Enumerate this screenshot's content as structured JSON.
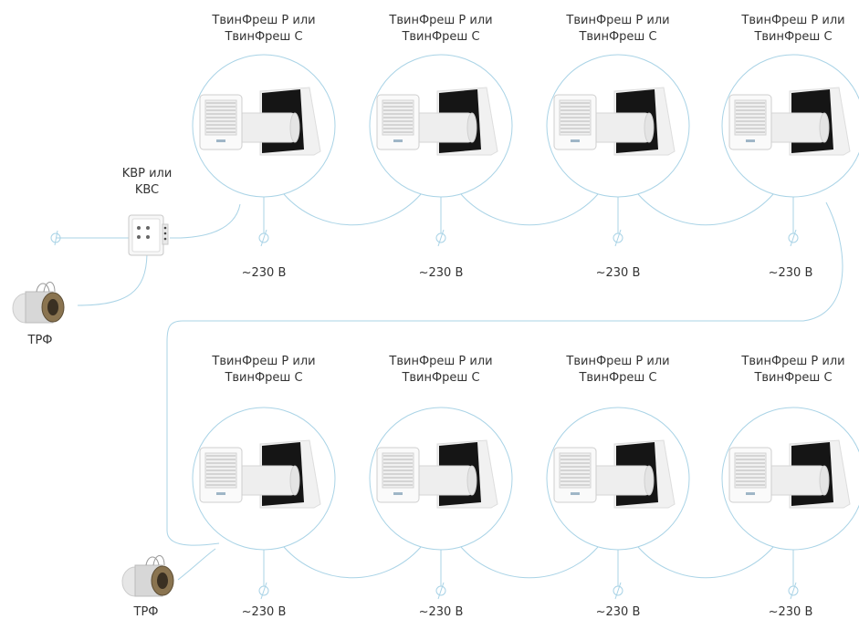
{
  "colors": {
    "wire": "#a9d3e6",
    "text": "#333333"
  },
  "units_row1": [
    {
      "title_line1": "ТвинФреш Р или",
      "title_line2": "ТвинФреш С",
      "voltage": "~230 В",
      "icon": "fan-unit-image"
    },
    {
      "title_line1": "ТвинФреш Р или",
      "title_line2": "ТвинФреш С",
      "voltage": "~230 В",
      "icon": "fan-unit-image"
    },
    {
      "title_line1": "ТвинФреш Р или",
      "title_line2": "ТвинФреш С",
      "voltage": "~230 В",
      "icon": "fan-unit-image"
    },
    {
      "title_line1": "ТвинФреш Р или",
      "title_line2": "ТвинФреш С",
      "voltage": "~230 В",
      "icon": "fan-unit-image"
    }
  ],
  "units_row2": [
    {
      "title_line1": "ТвинФреш Р или",
      "title_line2": "ТвинФреш С",
      "voltage": "~230 В",
      "icon": "fan-unit-image"
    },
    {
      "title_line1": "ТвинФреш Р или",
      "title_line2": "ТвинФреш С",
      "voltage": "~230 В",
      "icon": "fan-unit-image"
    },
    {
      "title_line1": "ТвинФреш Р или",
      "title_line2": "ТвинФреш С",
      "voltage": "~230 В",
      "icon": "fan-unit-image"
    },
    {
      "title_line1": "ТвинФреш Р или",
      "title_line2": "ТвинФреш С",
      "voltage": "~230 В",
      "icon": "fan-unit-image"
    }
  ],
  "controller": {
    "line1": "KBP или",
    "line2": "KBC",
    "icon": "wall-switch-image"
  },
  "transformer_top": {
    "label": "ТРФ",
    "icon": "transformer-image"
  },
  "transformer_bottom": {
    "label": "ТРФ",
    "icon": "transformer-image"
  },
  "phi_symbol": "∅"
}
